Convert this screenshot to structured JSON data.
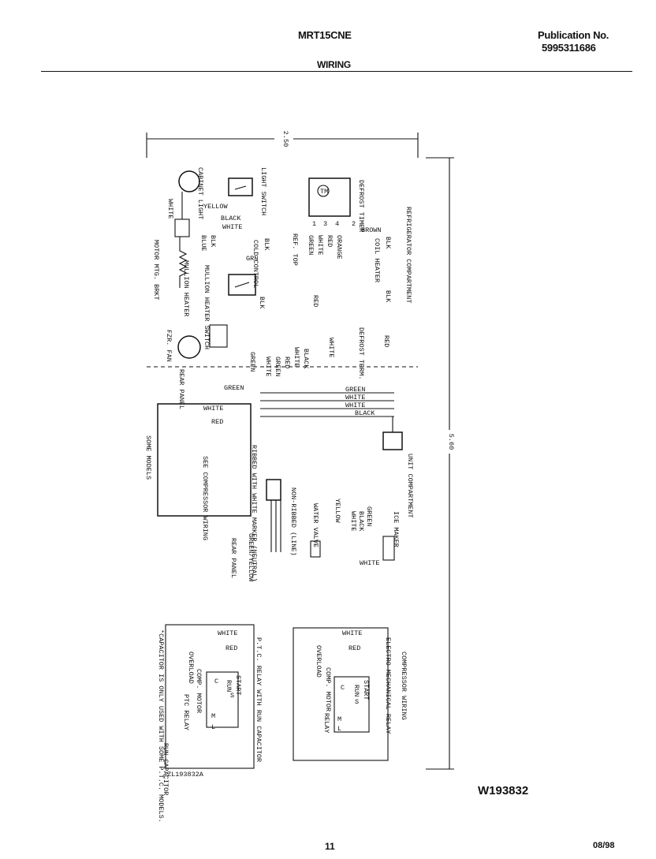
{
  "header": {
    "model": "MRT15CNE",
    "publication_label": "Publication No.",
    "publication_number": "5995311686",
    "section_title": "WIRING"
  },
  "footer": {
    "figure_id": "W193832",
    "page_number": "11",
    "date": "08/98"
  },
  "diagram": {
    "dimension_top": "2.50",
    "dimension_right": "5.60",
    "compartments": [
      "REFRIGERATOR COMPARTMENT",
      "UNIT COMPARTMENT"
    ],
    "components": {
      "cabinet_light": "CABINET LIGHT",
      "light_switch": "LIGHT SWITCH",
      "defrost_timer": "DEFROST TIMER",
      "cold_control": "COLD CONTROL",
      "mullion_heater": "MULLION HEATER",
      "mullion_heater_switch": "MULLION HEATER SWITCH",
      "motor_mtg_brkt": "MOTOR MTG. BRKT",
      "fzr_fan": "FZR. FAN",
      "coil_heater": "COIL HEATER",
      "defrost_term": "DEFROST TERM.",
      "rear_panel": "REAR PANEL",
      "rear_panel_bottom": "REAR PANEL",
      "compressor_wiring_note": "SEE COMPRESSOR WIRING",
      "some_models": "SOME MODELS",
      "ribbed_marker": "RIBBED WITH WHITE MARKER (NEUTRAL)",
      "non_ribbed": "NON-RIBBED (LINE)",
      "green_yellow": "GREEN/YELLOW",
      "water_valve": "WATER VALVE",
      "ice_maker": "ICE MAKER",
      "ref_top": "REF. TOP"
    },
    "wire_labels": {
      "white": "WHITE",
      "black": "BLACK",
      "yellow": "YELLOW",
      "red": "RED",
      "green": "GREEN",
      "orange": "ORANGE",
      "brown": "BROWN",
      "blue": "BLUE",
      "blk": "BLK",
      "grn": "GRN"
    },
    "timer_terminals": [
      "1",
      "2",
      "3",
      "4"
    ],
    "ptc_box": {
      "title": "P.T.C. RELAY WITH RUN CAPACITOR",
      "run_capacitor": "RUN CAPACITOR",
      "wire_white": "WHITE",
      "wire_red": "RED",
      "overload": "OVERLOAD",
      "comp_motor": "COMP. MOTOR",
      "ptc_relay": "PTC RELAY",
      "start": "START",
      "run": "RUN",
      "c": "C",
      "s": "S",
      "m": "M",
      "l": "L",
      "footnote": "*CAPACITOR IS ONLY USED WITH SOME P.T.C. MODELS.",
      "code": "ZL193832A"
    },
    "compressor_box": {
      "title": "COMPRESSOR WIRING",
      "subtitle": "ELECTRO-MECHANICAL RELAY",
      "wire_white": "WHITE",
      "wire_red": "RED",
      "overload": "OVERLOAD",
      "comp_motor": "COMP. MOTOR",
      "relay": "RELAY",
      "start": "START",
      "run": "RUN",
      "c": "C",
      "s": "S",
      "m": "M",
      "l": "L"
    }
  }
}
